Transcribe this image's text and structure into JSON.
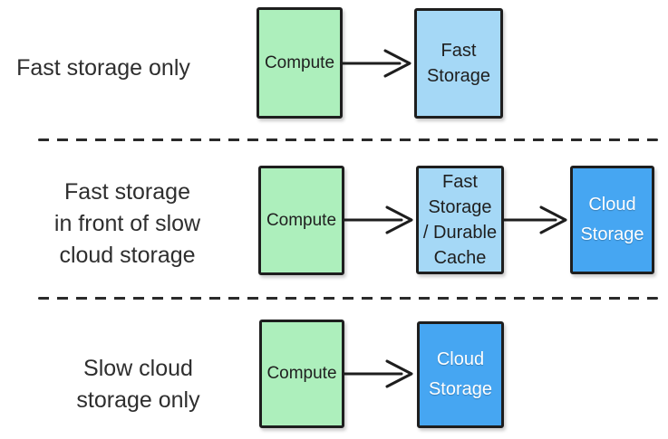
{
  "colors": {
    "compute_fill": "#ADEFBC",
    "fast_storage_fill": "#A5D8F6",
    "cloud_storage_fill": "#46A6F2",
    "stroke": "#1e1e1e",
    "text_dark": "#2e2e2e",
    "text_light": "#ffffff",
    "dash": "#2a2a2a"
  },
  "row1": {
    "label": "Fast storage only",
    "compute": "Compute",
    "fast_line1": "Fast",
    "fast_line2": "Storage"
  },
  "row2": {
    "label_line1": "Fast storage",
    "label_line2": "in front of slow",
    "label_line3": "cloud storage",
    "compute": "Compute",
    "cache_line1": "Fast",
    "cache_line2": "Storage",
    "cache_line3": "/ Durable",
    "cache_line4": "Cache",
    "cloud_line1": "Cloud",
    "cloud_line2": "Storage"
  },
  "row3": {
    "label_line1": "Slow cloud",
    "label_line2": "storage only",
    "compute": "Compute",
    "cloud_line1": "Cloud",
    "cloud_line2": "Storage"
  }
}
